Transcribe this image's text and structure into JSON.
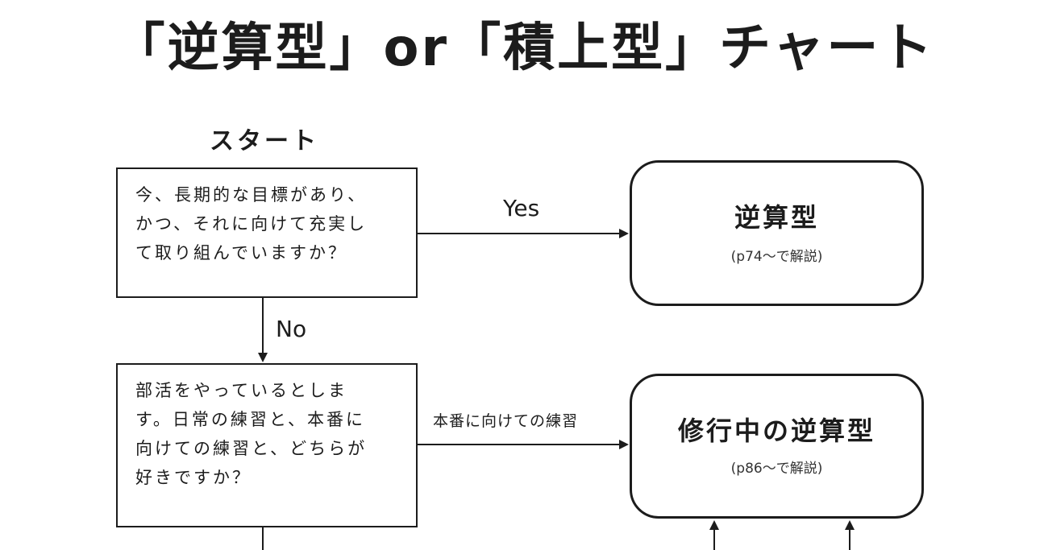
{
  "title": "「逆算型」or「積上型」チャート",
  "start_label": "スタート",
  "questions": [
    {
      "text": "今、長期的な目標があり、\nかつ、それに向けて充実し\nて取り組んでいますか？"
    },
    {
      "text": "部活をやっているとしま\nす。日常の練習と、本番に\n向けての練習と、どちらが\n好きですか？"
    }
  ],
  "answers": [
    {
      "name": "逆算型",
      "note": "(p74～で解説)"
    },
    {
      "name": "修行中の逆算型",
      "note": "(p86～で解説)"
    }
  ],
  "edges": {
    "yes": "Yes",
    "no": "No",
    "honban": "本番に向けての練習"
  }
}
